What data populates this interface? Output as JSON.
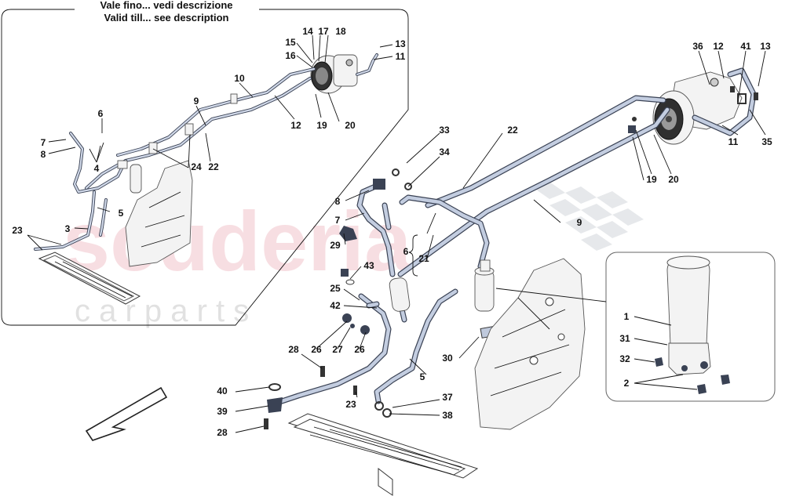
{
  "header": {
    "line1": "Vale fino... vedi descrizione",
    "line2": "Valid till... see description"
  },
  "watermark": {
    "brand": "scuderia",
    "tagline": "c a r   p a r t s"
  },
  "labels": {
    "inset": [
      "14",
      "17",
      "18",
      "15",
      "16",
      "13",
      "11",
      "10",
      "9",
      "12",
      "19",
      "20",
      "6",
      "7",
      "8",
      "4",
      "24",
      "22",
      "5",
      "3",
      "23"
    ],
    "main": [
      "36",
      "12",
      "41",
      "13",
      "11",
      "35",
      "33",
      "34",
      "22",
      "8",
      "7",
      "29",
      "6",
      "21",
      "43",
      "25",
      "42",
      "9",
      "19",
      "20",
      "1",
      "31",
      "32",
      "2",
      "30",
      "28",
      "26",
      "27",
      "26",
      "40",
      "39",
      "28",
      "23",
      "37",
      "38",
      "5"
    ]
  }
}
